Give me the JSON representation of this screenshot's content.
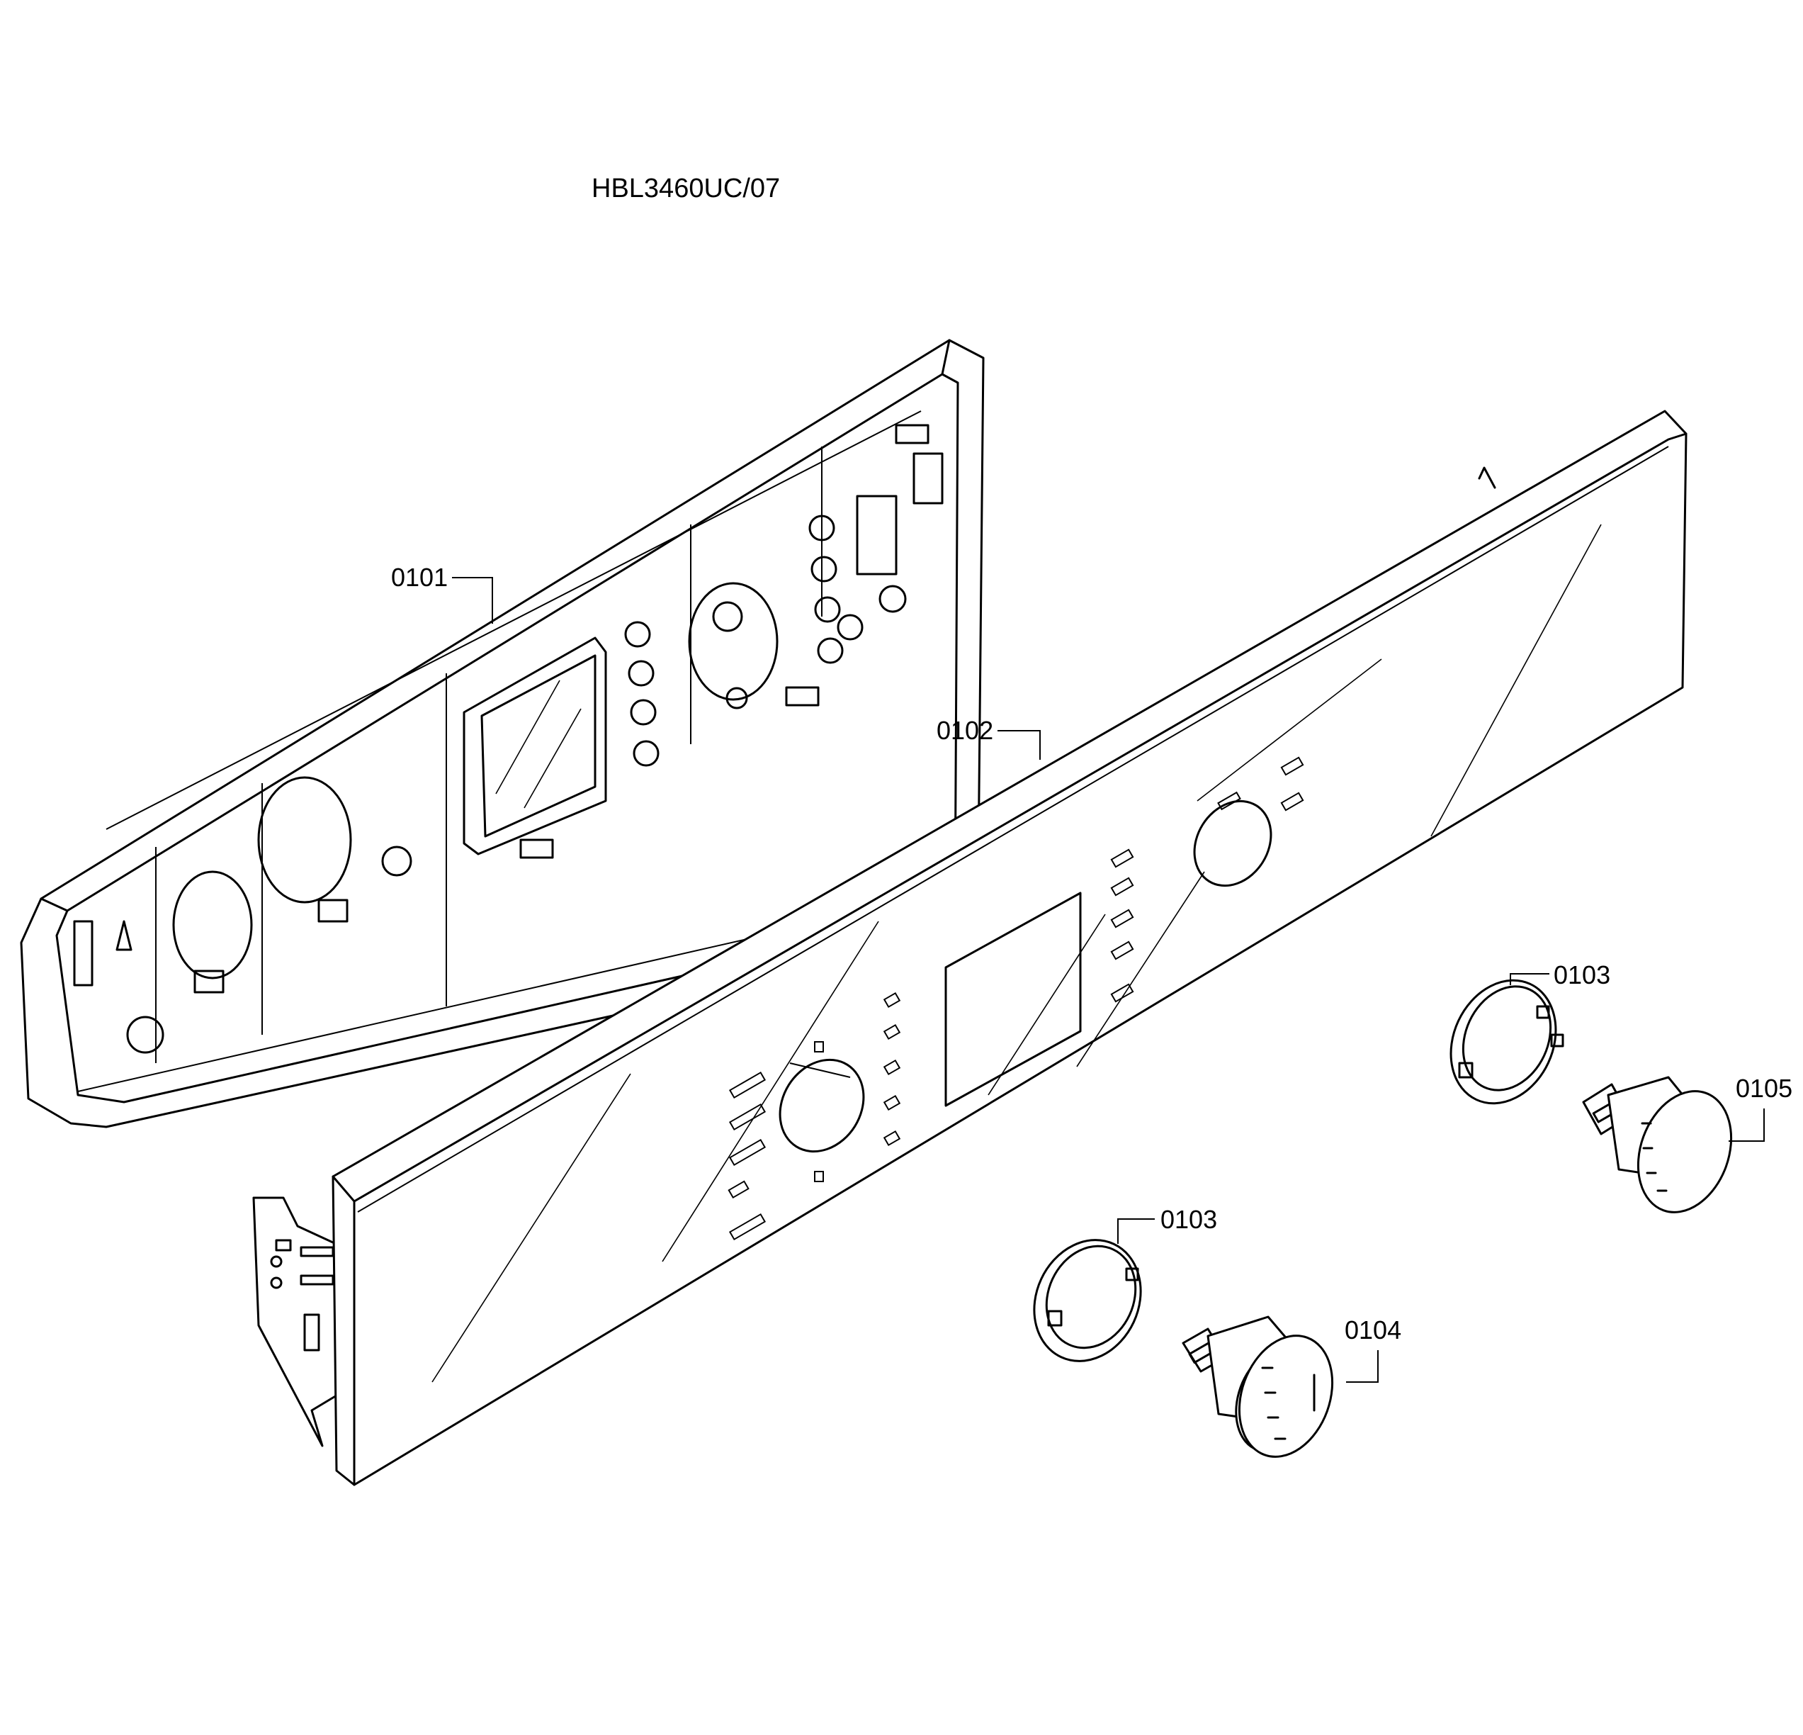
{
  "title": "HBL3460UC/07",
  "parts": [
    {
      "id": "0101"
    },
    {
      "id": "0102"
    },
    {
      "id": "0103"
    },
    {
      "id": "0103"
    },
    {
      "id": "0104"
    },
    {
      "id": "0105"
    }
  ]
}
